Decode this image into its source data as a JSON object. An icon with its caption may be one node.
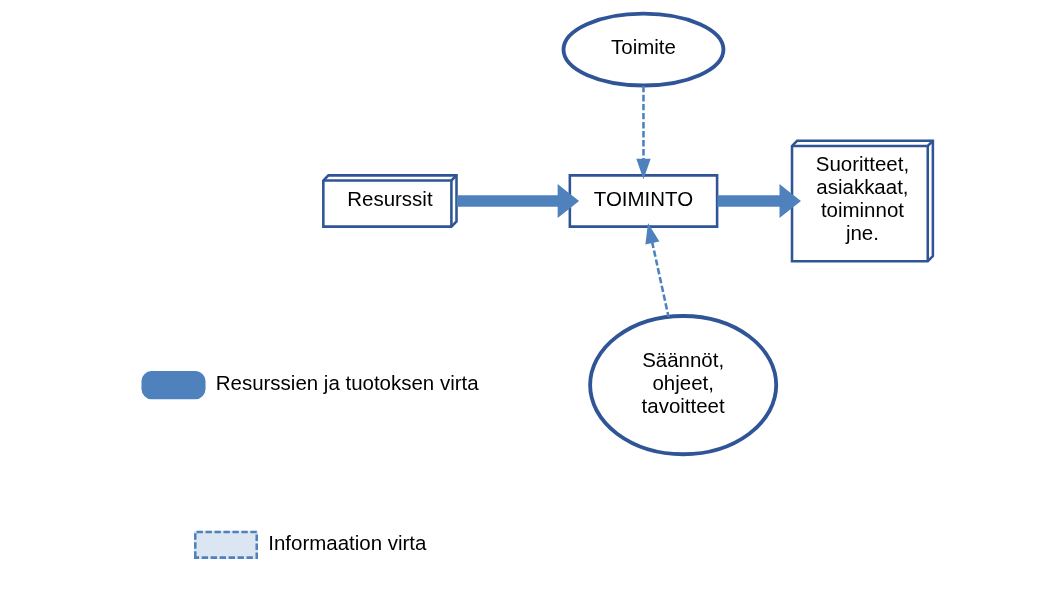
{
  "diagram": {
    "nodes": [
      {
        "text": [
          "Toimite"
        ]
      },
      {
        "text": [
          "Resurssit"
        ]
      },
      {
        "text": [
          "TOIMINTO"
        ]
      },
      {
        "text": [
          "Suoritteet, asiakkaat, toiminnot jne."
        ]
      },
      {
        "text": [
          "Säännöt, ohjeet, tavoitteet"
        ]
      }
    ],
    "edges": [
      {
        "from": 0,
        "to": 2,
        "arrow": "to",
        "style": "dashed"
      },
      {
        "from": 1,
        "to": 2,
        "arrow": "to",
        "style": "thick"
      },
      {
        "from": 2,
        "to": 3,
        "arrow": "to",
        "style": "thick"
      },
      {
        "from": 4,
        "to": 2,
        "arrow": "to",
        "style": "dashed"
      }
    ],
    "legend": [
      {
        "text": "Resurssien ja tuotoksen virta"
      },
      {
        "text": "Informaation virta"
      }
    ]
  }
}
